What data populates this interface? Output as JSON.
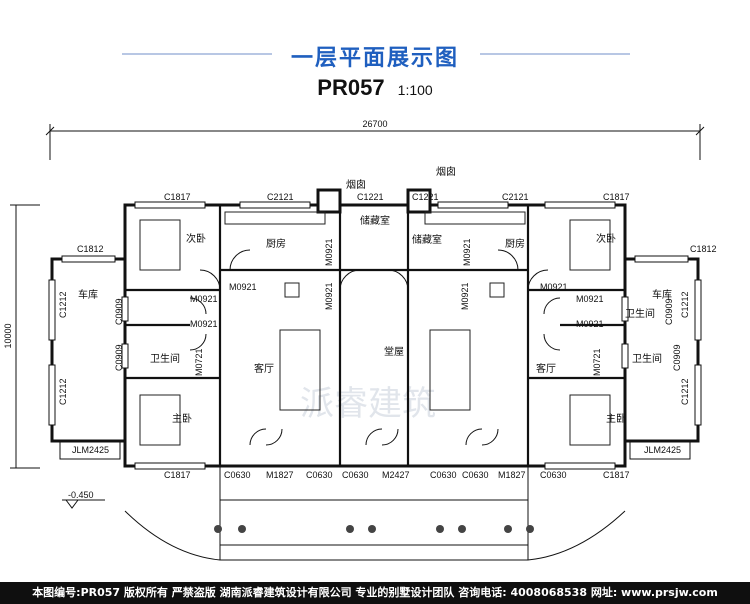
{
  "header": {
    "title": "一层平面展示图",
    "code": "PR057",
    "scale": "1:100"
  },
  "dimensions": {
    "total_width": "26700",
    "total_height": "10000",
    "elevation": "-0.450"
  },
  "chimney_label": "烟囱",
  "rooms": {
    "secondary_bedroom": "次卧",
    "kitchen": "厨房",
    "storage": "储藏室",
    "garage": "车库",
    "bathroom": "卫生间",
    "living_room": "客厅",
    "hall": "堂屋",
    "master_bedroom": "主卧"
  },
  "codes": {
    "c1817": "C1817",
    "c2121": "C2121",
    "c1221": "C1221",
    "c1812": "C1812",
    "c1212": "C1212",
    "c0909": "C0909",
    "c0630": "C0630",
    "m0921": "M0921",
    "m0721": "M0721",
    "m1827": "M1827",
    "m2427": "M2427",
    "jlm": "JLM2425"
  },
  "watermark": "派睿建筑",
  "footer": "本图编号:PR057 版权所有 严禁盗版 湖南派睿建筑设计有限公司 专业的别墅设计团队 咨询电话: 4008068538 网址: www.prsjw.com"
}
